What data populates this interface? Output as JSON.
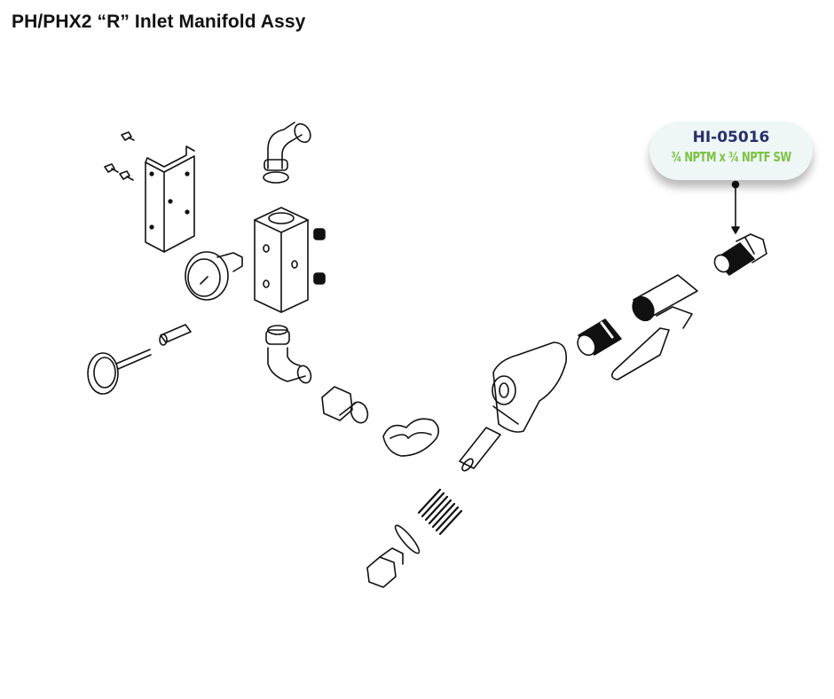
{
  "page": {
    "title": "PH/PHX2 “R” Inlet Manifold Assy"
  },
  "callout": {
    "part_number": "HI-05016",
    "description": "¾ NPTM x ¾ NPTF SW",
    "part_number_color": "#25306b",
    "description_color": "#7cc242",
    "background_color": "#eef6f6"
  },
  "diagram": {
    "type": "exploded parts diagram",
    "components": [
      "screws",
      "mounting-bracket",
      "elbow-fitting-top",
      "manifold-block",
      "plugs",
      "pressure-gauge",
      "adapter",
      "thermometer",
      "elbow-fitting-bottom",
      "union-fitting",
      "hose-elbow",
      "y-strainer",
      "strainer-screen",
      "spring",
      "o-ring",
      "strainer-cap",
      "nipple",
      "ball-valve",
      "swivel-adapter"
    ]
  }
}
